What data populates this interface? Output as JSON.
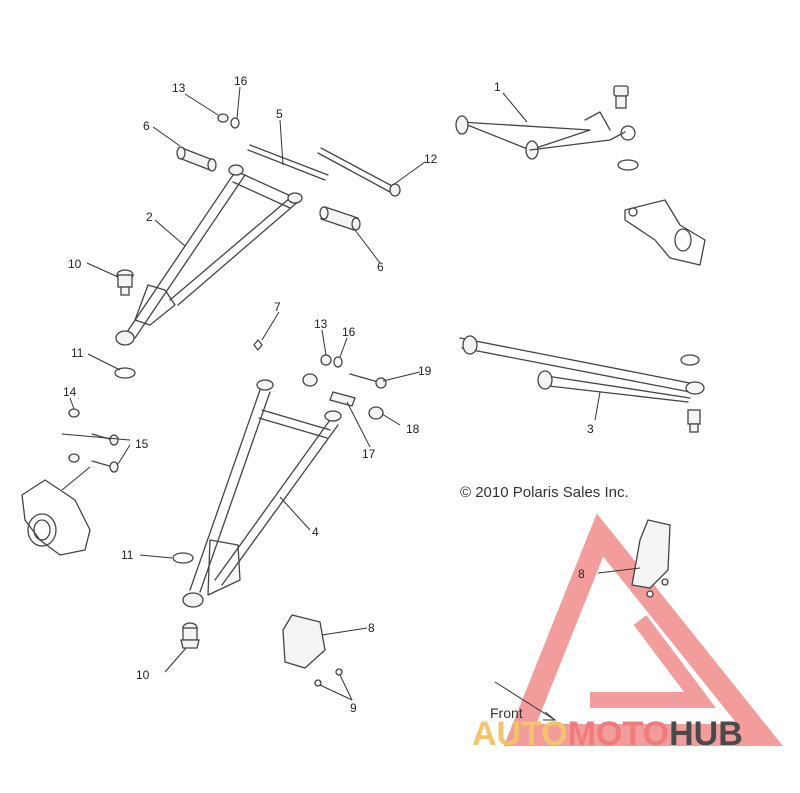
{
  "copyright": "© 2010 Polaris Sales Inc.",
  "front_label": "Front",
  "watermark": {
    "part1": "AUTO",
    "part2": "MOTO",
    "part3": "HUB",
    "color_auto": "#f3c46b",
    "color_moto": "#f07b7b",
    "color_hub": "#4a4a4a",
    "logo_color": "#f07b7b"
  },
  "callouts": {
    "c1": "1",
    "c2": "2",
    "c3": "3",
    "c4": "4",
    "c5": "5",
    "c6a": "6",
    "c6b": "6",
    "c7": "7",
    "c8a": "8",
    "c8b": "8",
    "c9": "9",
    "c10a": "10",
    "c10b": "10",
    "c11a": "11",
    "c11b": "11",
    "c12": "12",
    "c13a": "13",
    "c13b": "13",
    "c14": "14",
    "c15": "15",
    "c16a": "16",
    "c16b": "16",
    "c17": "17",
    "c18": "18",
    "c19": "19"
  }
}
